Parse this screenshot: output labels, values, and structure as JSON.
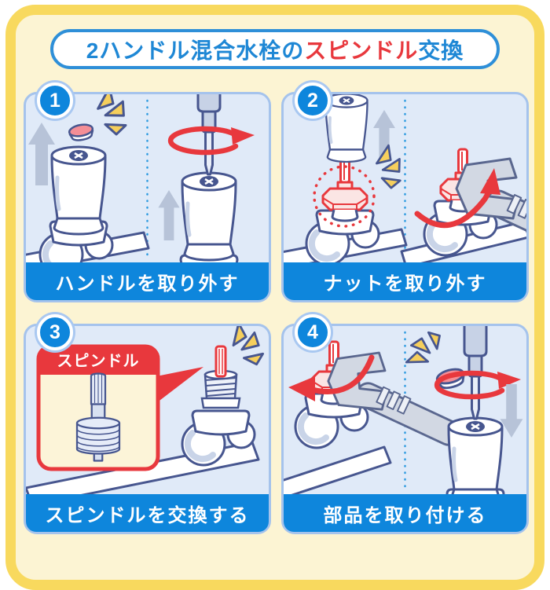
{
  "title": {
    "prefix": "2ハンドル混合水栓の",
    "highlight": "スピンドル",
    "suffix": "交換"
  },
  "steps": [
    {
      "number": "1",
      "caption": "ハンドルを取り外す"
    },
    {
      "number": "2",
      "caption": "ナットを取り外す"
    },
    {
      "number": "3",
      "caption": "スピンドルを交換する",
      "callout_label": "スピンドル"
    },
    {
      "number": "4",
      "caption": "部品を取り付ける"
    }
  ],
  "icons": {
    "up_arrow": "gray-up-arrow",
    "down_arrow": "gray-down-arrow",
    "rotation_arrow": "red-rotation-arrow",
    "sparkle": "yellow-sparkle-burst",
    "tools": [
      "screwdriver",
      "adjustable-wrench"
    ]
  },
  "colors": {
    "frame_yellow": "#F8D95E",
    "background_cream": "#FCF4D3",
    "title_blue": "#1E87D5",
    "accent_red": "#E8383D",
    "panel_bg": "#E0EAF8",
    "panel_border": "#A5C3EC",
    "caption_blue": "#0E86DC",
    "outline_navy": "#47568F",
    "sparkle_yellow": "#F6CF5C"
  }
}
